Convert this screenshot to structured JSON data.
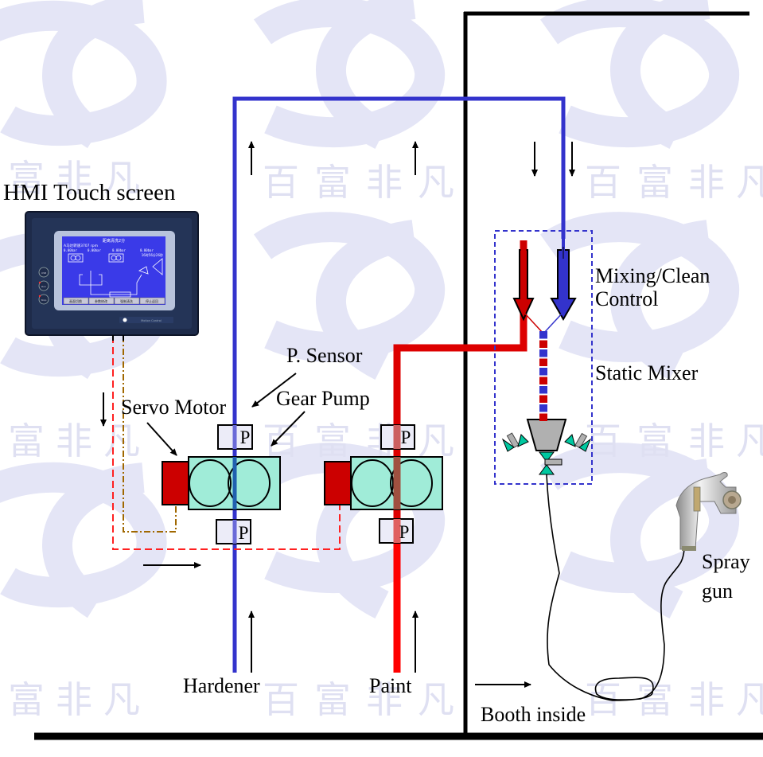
{
  "labels": {
    "hmi": "HMI Touch screen",
    "p_sensor": "P. Sensor",
    "servo_motor": "Servo Motor",
    "gear_pump": "Gear Pump",
    "mixing_line1": "Mixing/Clean",
    "mixing_line2": "Control",
    "static_mixer": "Static Mixer",
    "spray_line1": "Spray",
    "spray_line2": "gun",
    "hardener": "Hardener",
    "paint": "Paint",
    "booth_inside": "Booth inside"
  },
  "sensor_symbol": "P",
  "hmi_screen": {
    "title": "距离清洗2分",
    "rpm_line": "A马达转速3707 rpm",
    "pressure_readout": "0.00bar",
    "clock": "16时56分26秒",
    "buttons": [
      "画面切换",
      "参数修改",
      "强制清洗",
      "停止返回"
    ],
    "side_buttons": [
      "USB",
      "Run",
      "Stop"
    ],
    "brand": "Motion Control"
  },
  "watermark": {
    "text": [
      "百",
      "富",
      "非",
      "凡"
    ]
  },
  "colors": {
    "hardener_line": "#3333cc",
    "paint_line": "#dd0000",
    "paint_line_bright": "#ff0000",
    "servo_motor": "#cc0000",
    "gear_pump": "#a0ecd8",
    "sensor_box": "#ececf8",
    "mixer_body": "#b0b0b0",
    "valve": "#00c8a0",
    "signal_line": "#ff2020",
    "encoder_line": "#a06800",
    "booth_wall": "#000000",
    "control_box": "#3333cc",
    "watermark": "#dfe0f2"
  }
}
